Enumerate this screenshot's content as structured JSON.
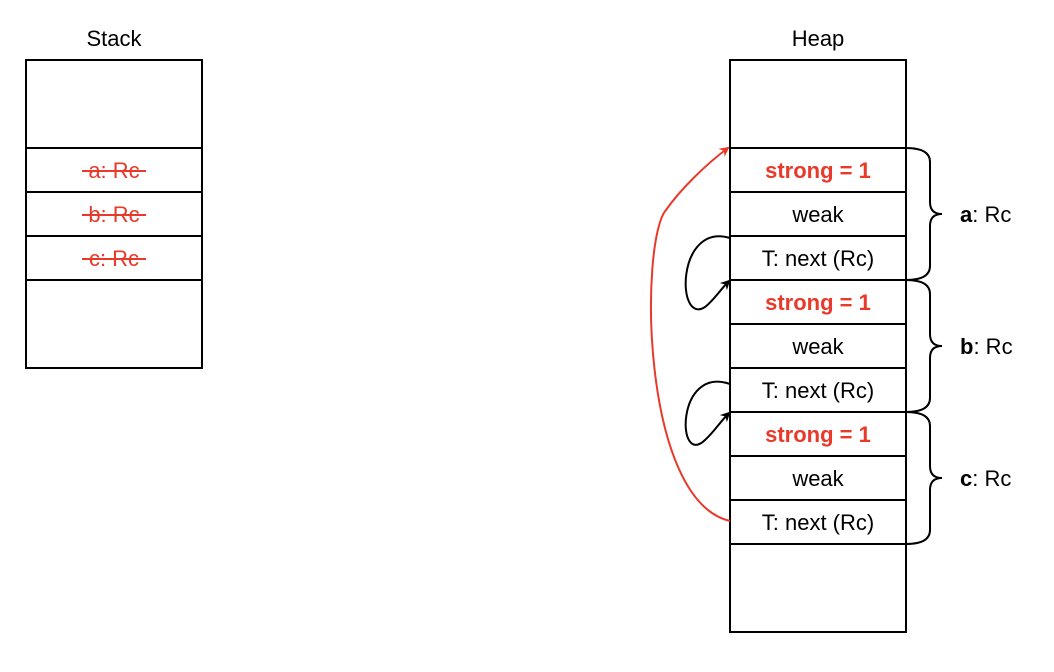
{
  "stack": {
    "title": "Stack",
    "vars": [
      "a: Rc",
      "b: Rc",
      "c: Rc"
    ]
  },
  "heap": {
    "title": "Heap",
    "cells": [
      {
        "text": "strong = 1",
        "style": "strong"
      },
      {
        "text": "weak",
        "style": "normal"
      },
      {
        "text": "T: next (Rc)",
        "style": "normal"
      },
      {
        "text": "strong = 1",
        "style": "strong"
      },
      {
        "text": "weak",
        "style": "normal"
      },
      {
        "text": "T: next (Rc)",
        "style": "normal"
      },
      {
        "text": "strong = 1",
        "style": "strong"
      },
      {
        "text": "weak",
        "style": "normal"
      },
      {
        "text": "T: next (Rc)",
        "style": "normal"
      }
    ],
    "groups": [
      {
        "name": "a",
        "type": ": Rc"
      },
      {
        "name": "b",
        "type": ": Rc"
      },
      {
        "name": "c",
        "type": ": Rc"
      }
    ]
  },
  "colors": {
    "accent": "#e8392a",
    "line": "#000000"
  }
}
